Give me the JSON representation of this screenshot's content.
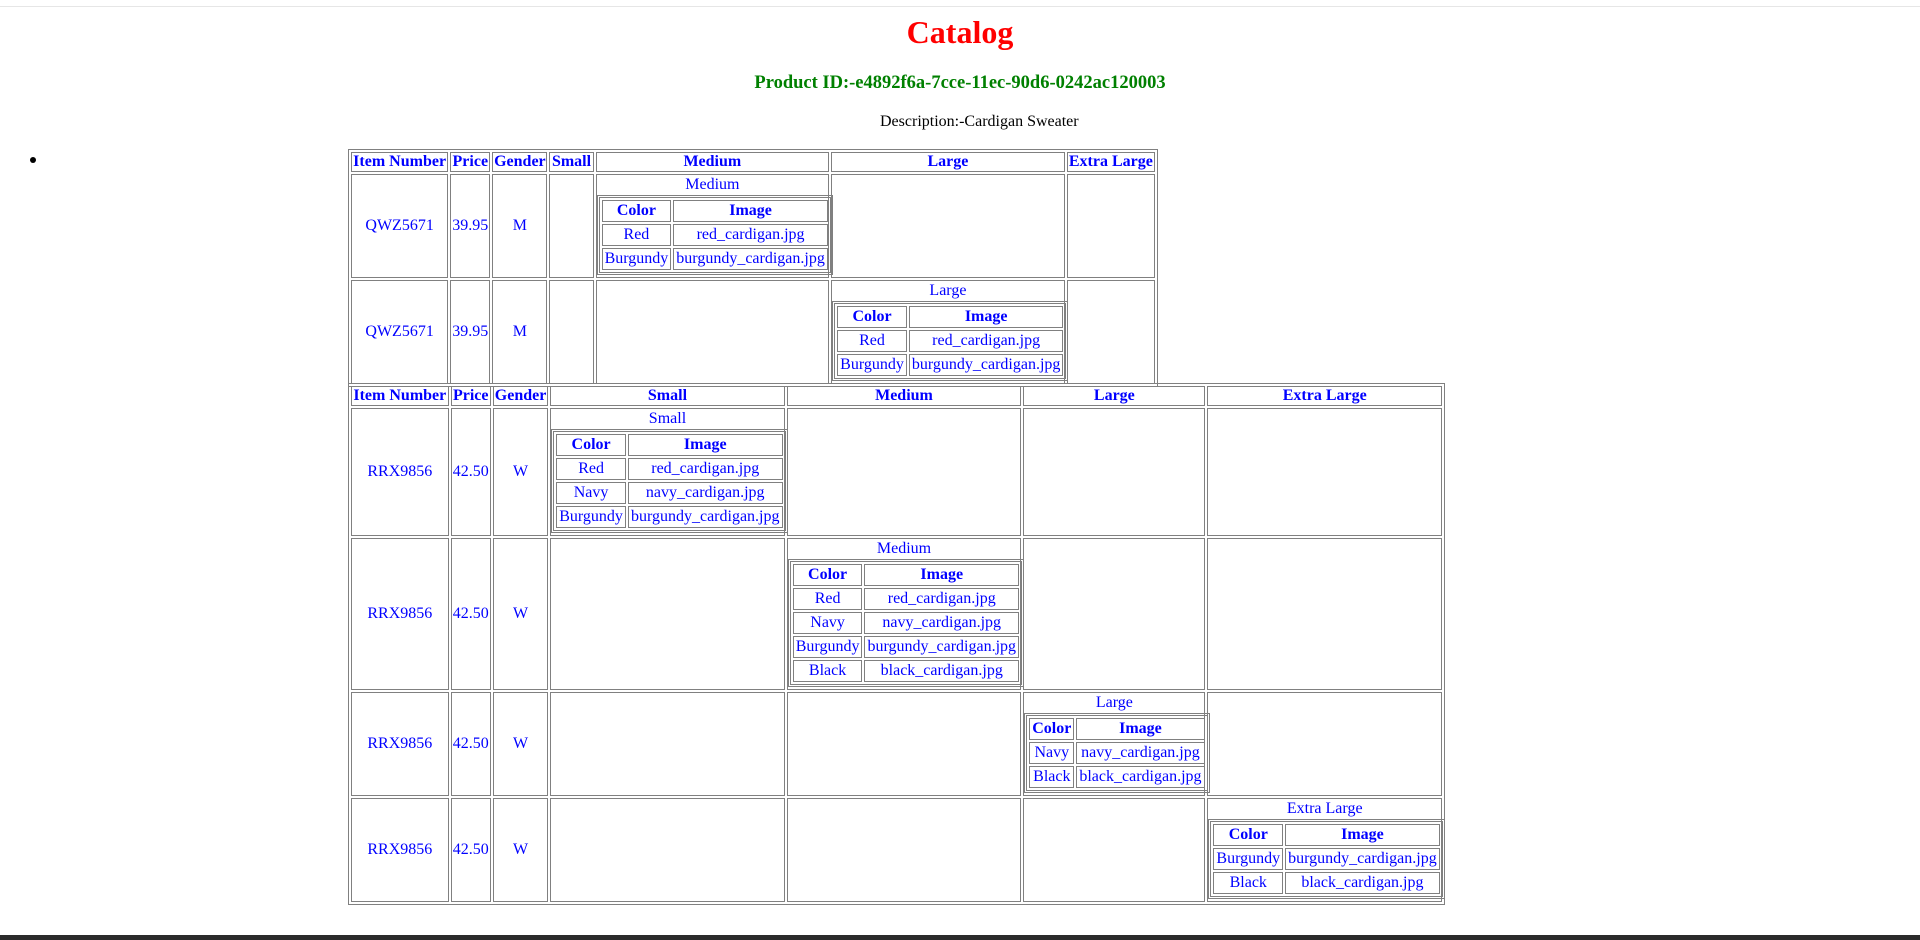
{
  "page": {
    "title": "Catalog",
    "product_id": "Product ID:-e4892f6a-7cce-11ec-90d6-0242ac120003",
    "description": "Description:-Cardigan Sweater"
  },
  "headers": {
    "item_number": "Item Number",
    "price": "Price",
    "gender": "Gender",
    "small": "Small",
    "medium": "Medium",
    "large": "Large",
    "extra_large": "Extra Large",
    "color": "Color",
    "image": "Image"
  },
  "men": {
    "rows": [
      {
        "item": "QWZ5671",
        "price": "39.95",
        "gender": "M",
        "size_label": "Medium",
        "colors": [
          {
            "color": "Red",
            "image": "red_cardigan.jpg"
          },
          {
            "color": "Burgundy",
            "image": "burgundy_cardigan.jpg"
          }
        ]
      },
      {
        "item": "QWZ5671",
        "price": "39.95",
        "gender": "M",
        "size_label": "Large",
        "colors": [
          {
            "color": "Red",
            "image": "red_cardigan.jpg"
          },
          {
            "color": "Burgundy",
            "image": "burgundy_cardigan.jpg"
          }
        ]
      }
    ]
  },
  "women": {
    "rows": [
      {
        "item": "RRX9856",
        "price": "42.50",
        "gender": "W",
        "size_label": "Small",
        "colors": [
          {
            "color": "Red",
            "image": "red_cardigan.jpg"
          },
          {
            "color": "Navy",
            "image": "navy_cardigan.jpg"
          },
          {
            "color": "Burgundy",
            "image": "burgundy_cardigan.jpg"
          }
        ]
      },
      {
        "item": "RRX9856",
        "price": "42.50",
        "gender": "W",
        "size_label": "Medium",
        "colors": [
          {
            "color": "Red",
            "image": "red_cardigan.jpg"
          },
          {
            "color": "Navy",
            "image": "navy_cardigan.jpg"
          },
          {
            "color": "Burgundy",
            "image": "burgundy_cardigan.jpg"
          },
          {
            "color": "Black",
            "image": "black_cardigan.jpg"
          }
        ]
      },
      {
        "item": "RRX9856",
        "price": "42.50",
        "gender": "W",
        "size_label": "Large",
        "colors": [
          {
            "color": "Navy",
            "image": "navy_cardigan.jpg"
          },
          {
            "color": "Black",
            "image": "black_cardigan.jpg"
          }
        ]
      },
      {
        "item": "RRX9856",
        "price": "42.50",
        "gender": "W",
        "size_label": "Extra Large",
        "colors": [
          {
            "color": "Burgundy",
            "image": "burgundy_cardigan.jpg"
          },
          {
            "color": "Black",
            "image": "black_cardigan.jpg"
          }
        ]
      }
    ]
  }
}
